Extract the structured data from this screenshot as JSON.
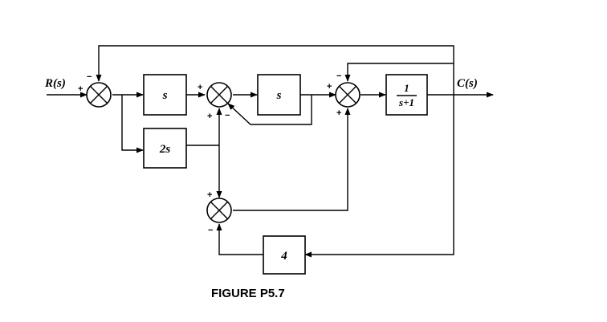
{
  "signals": {
    "input": "R(s)",
    "output": "C(s)"
  },
  "blocks": {
    "b1": "s",
    "b2": "s",
    "b3_num": "1",
    "b3_den": "s+1",
    "b4": "2s",
    "b5": "4"
  },
  "signs": {
    "s1_left": "+",
    "s1_top": "−",
    "s2_left": "+",
    "s2_bottom_plus": "+",
    "s2_bottom_minus": "−",
    "s3_left": "+",
    "s3_top": "−",
    "s3_bottom": "+",
    "s4_top": "+",
    "s4_bottom": "−"
  },
  "caption": "FIGURE P5.7"
}
